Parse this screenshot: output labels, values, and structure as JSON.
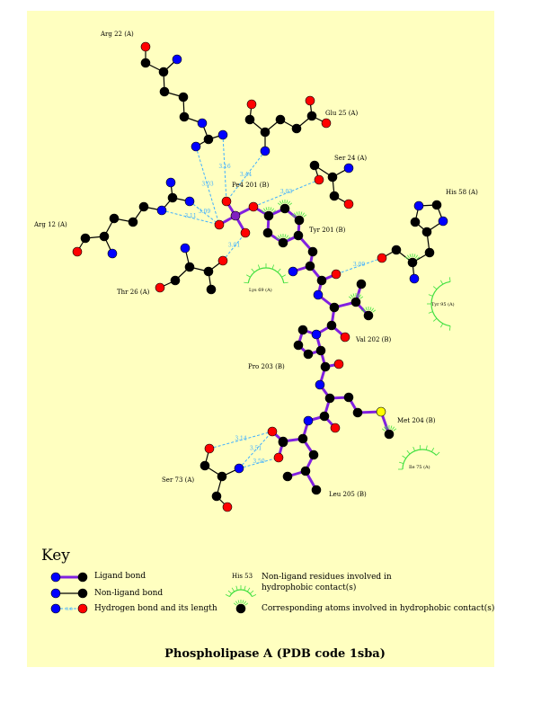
{
  "title": "Phospholipase A (PDB code 1sba)",
  "colors": {
    "background": "#ffffc0",
    "carbon": "#000000",
    "nitrogen": "#0000ff",
    "oxygen": "#ff0000",
    "sulfur": "#ffff00",
    "phosphorus": "#8020c0",
    "ligand_bond": "#8020e0",
    "nonligand_bond": "#000000",
    "hbond": "#40b0ff",
    "hydrophobic": "#40e040"
  },
  "residue_labels": [
    {
      "id": "arg22",
      "text": "Arg 22 (A)"
    },
    {
      "id": "glu25",
      "text": "Glu 25 (A)"
    },
    {
      "id": "ser24",
      "text": "Ser 24 (A)"
    },
    {
      "id": "pe4",
      "text": "Pe4 201 (B)"
    },
    {
      "id": "his58",
      "text": "His 58 (A)"
    },
    {
      "id": "arg12",
      "text": "Arg 12 (A)"
    },
    {
      "id": "tyr201",
      "text": "Tyr 201 (B)"
    },
    {
      "id": "thr26",
      "text": "Thr 26 (A)"
    },
    {
      "id": "lys69",
      "text": "Lys 69 (A)"
    },
    {
      "id": "tyr95",
      "text": "Tyr 95 (A)"
    },
    {
      "id": "val202",
      "text": "Val 202 (B)"
    },
    {
      "id": "pro203",
      "text": "Pro 203 (B)"
    },
    {
      "id": "met204",
      "text": "Met 204 (B)"
    },
    {
      "id": "ile75",
      "text": "Ile 75 (A)"
    },
    {
      "id": "ser73",
      "text": "Ser 73 (A)"
    },
    {
      "id": "leu205",
      "text": "Leu 205 (B)"
    }
  ],
  "hbond_distances": [
    "3.16",
    "3.44",
    "3.03",
    "3.03",
    "3.09",
    "3.11",
    "3.01",
    "3.00",
    "3.14",
    "3.51",
    "3.50"
  ],
  "key": {
    "title": "Key",
    "items": [
      {
        "label": "Ligand bond"
      },
      {
        "label": "Non-ligand bond"
      },
      {
        "label": "Hydrogen bond and its length",
        "sample_value": "3.0"
      },
      {
        "label": "Non-ligand residues involved in hydrophobic contact(s)",
        "sample_residue": "His 53"
      },
      {
        "label": "Corresponding atoms involved in hydrophobic contact(s)"
      }
    ]
  }
}
